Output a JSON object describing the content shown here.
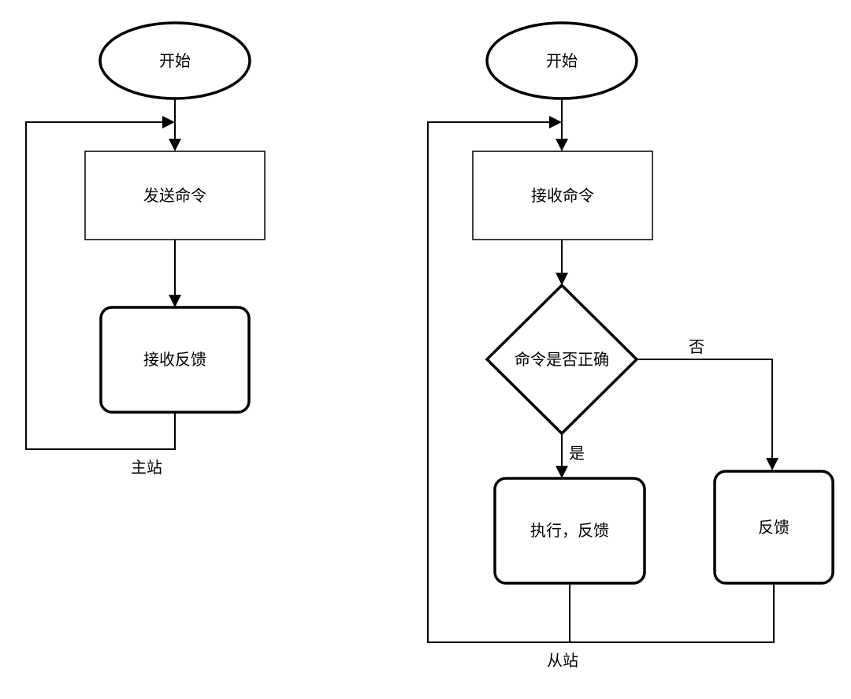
{
  "master": {
    "start": "开始",
    "send_command": "发送命令",
    "receive_feedback": "接收反馈",
    "caption": "主站"
  },
  "slave": {
    "start": "开始",
    "receive_command": "接收命令",
    "decision": "命令是否正确",
    "yes_label": "是",
    "no_label": "否",
    "execute_feedback": "执行，反馈",
    "feedback": "反馈",
    "caption": "从站"
  },
  "colors": {
    "stroke": "#000000",
    "fill": "#ffffff",
    "background": "#ffffff"
  }
}
